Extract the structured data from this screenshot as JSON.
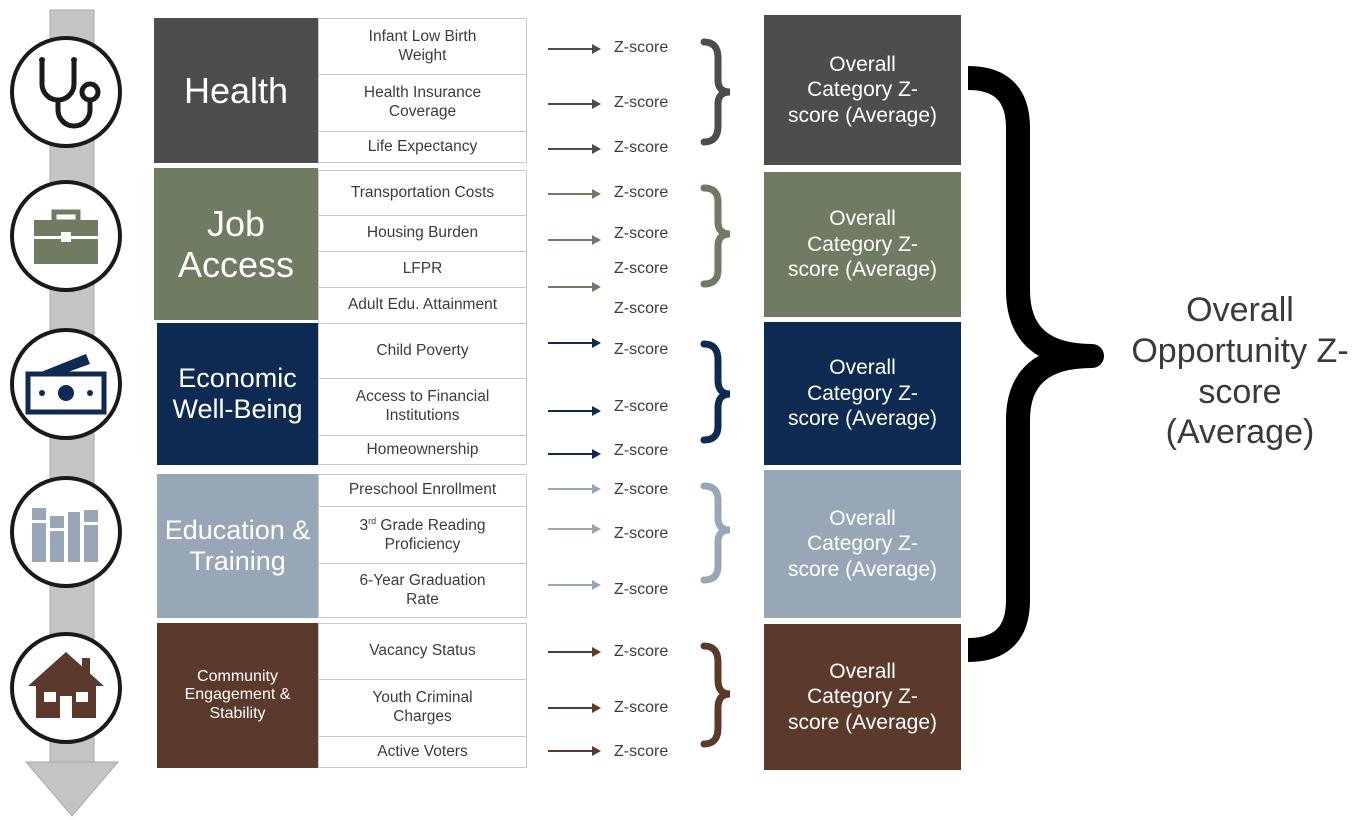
{
  "colors": {
    "health": "#4d4d4d",
    "job_access": "#6f7c61",
    "economic": "#0d2b52",
    "education": "#98a7b8",
    "community": "#5c3a2b",
    "overall_bracket": "#000000"
  },
  "icons": [
    "stethoscope-icon",
    "briefcase-icon",
    "money-icon",
    "books-icon",
    "house-icon"
  ],
  "categories": [
    {
      "name": "Health",
      "indicators": [
        {
          "label": "Infant Low Birth Weight",
          "z": "Z-score"
        },
        {
          "label": "Health Insurance Coverage",
          "z": "Z-score"
        },
        {
          "label": "Life Expectancy",
          "z": "Z-score"
        }
      ],
      "average": "Overall Category Z-score (Average)"
    },
    {
      "name": "Job Access",
      "indicators": [
        {
          "label": "Transportation Costs",
          "z": "Z-score"
        },
        {
          "label": "Housing Burden",
          "z": "Z-score"
        },
        {
          "label": "LFPR",
          "z": "Z-score"
        },
        {
          "label": "Adult Edu. Attainment",
          "z": "Z-score"
        }
      ],
      "average": "Overall Category Z-score (Average)"
    },
    {
      "name": "Economic Well-Being",
      "indicators": [
        {
          "label": "Child Poverty",
          "z": "Z-score"
        },
        {
          "label": "Access to Financial Institutions",
          "z": "Z-score"
        },
        {
          "label": "Homeownership",
          "z": "Z-score"
        }
      ],
      "average": "Overall Category Z-score (Average)"
    },
    {
      "name": "Education & Training",
      "indicators": [
        {
          "label": "Preschool Enrollment",
          "z": "Z-score"
        },
        {
          "label_main": "3",
          "label_sup": "rd",
          "label_rest": " Grade Reading Proficiency",
          "z": "Z-score"
        },
        {
          "label": "6-Year Graduation Rate",
          "z": "Z-score"
        }
      ],
      "average": "Overall Category Z-score (Average)"
    },
    {
      "name": "Community Engagement & Stability",
      "indicators": [
        {
          "label": "Vacancy Status",
          "z": "Z-score"
        },
        {
          "label": "Youth Criminal Charges",
          "z": "Z-score"
        },
        {
          "label": "Active Voters",
          "z": "Z-score"
        }
      ],
      "average": "Overall Category Z-score (Average)"
    }
  ],
  "overall": "Overall Opportunity Z-score (Average)"
}
